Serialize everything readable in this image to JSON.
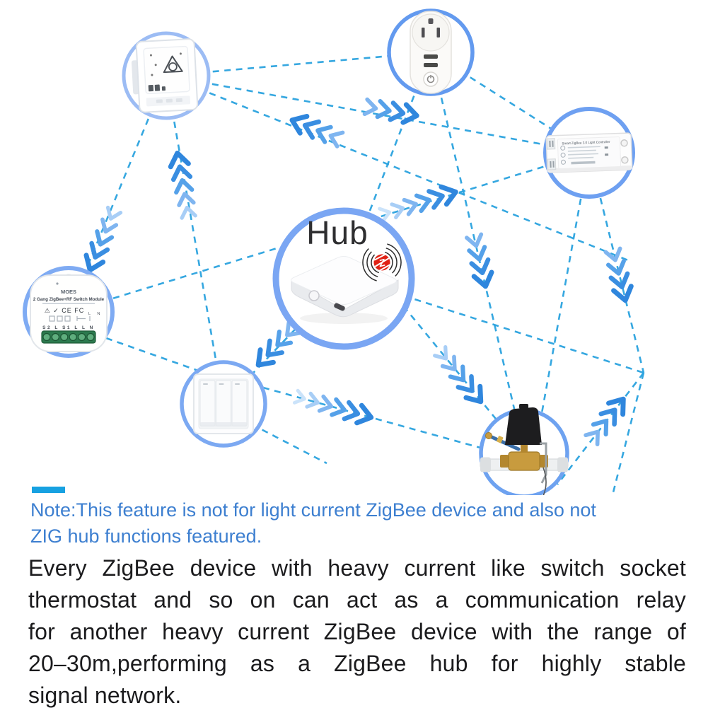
{
  "diagram": {
    "hub_label": "Hub",
    "zigbee_logo_letter": "Z",
    "switch_module": {
      "brand": "MOES",
      "title": "2 Gang ZigBee+RF Switch Module",
      "certs": "⚠ ✓ CE FC",
      "wiring": "L N",
      "terminals": "S2 L S1 L  L  N"
    },
    "light_controller": {
      "title": "Smart ZigBee 3.0 Light Controller"
    }
  },
  "note": {
    "line1": "Note:This feature is not for light current ZigBee device and also not",
    "line2": "ZIG hub functions featured."
  },
  "paragraph": {
    "line1": "Every ZigBee device with heavy current like switch socket",
    "line2": "thermostat and so on can act as a communication relay",
    "line3": "for another heavy current ZigBee device with the range of",
    "line4": "20–30m,performing as a ZigBee hub for highly stable",
    "line5": "signal network."
  },
  "colors": {
    "link_dash": "#2AA2DE",
    "node_ring": "#7AA6F3",
    "note_text": "#3D7FD0",
    "note_bar": "#17A1E1",
    "body_text": "#1B1B1D",
    "zigbee_red": "#E02114",
    "hub_text": "#2E2E30",
    "chevron_shades": [
      "#CBE3FA",
      "#A8CEF6",
      "#7FB5F0",
      "#55A1E9",
      "#3A8EE1",
      "#2F86DD"
    ]
  }
}
